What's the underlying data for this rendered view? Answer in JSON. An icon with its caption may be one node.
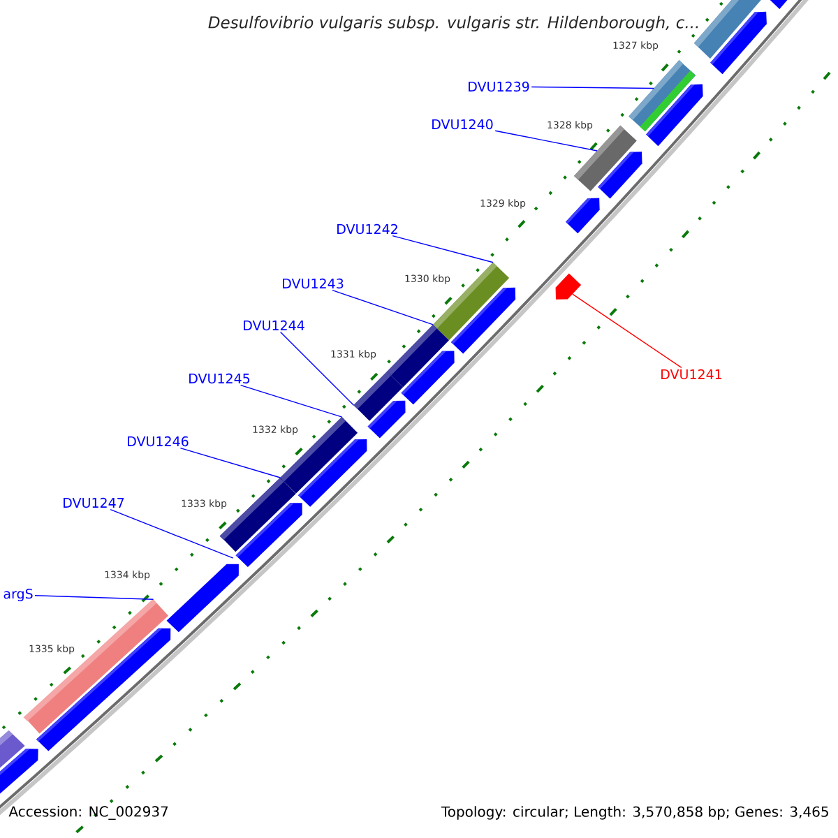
{
  "diagram": {
    "title": "Desulfovibrio vulgaris subsp. vulgaris str. Hildenborough, c...",
    "nodes": [
      {
        "text": [
          "DVU1239"
        ]
      },
      {
        "text": [
          "DVU1240"
        ]
      },
      {
        "text": [
          "DVU1241"
        ]
      },
      {
        "text": [
          "DVU1242"
        ]
      },
      {
        "text": [
          "DVU1243"
        ]
      },
      {
        "text": [
          "DVU1244"
        ]
      },
      {
        "text": [
          "DVU1245"
        ]
      },
      {
        "text": [
          "DVU1246"
        ]
      },
      {
        "text": [
          "DVU1247"
        ]
      },
      {
        "text": [
          "argS"
        ]
      },
      {
        "text": [],
        "shape": "bar"
      },
      {
        "text": [],
        "shape": "bar"
      },
      {
        "text": [],
        "shape": "bar"
      },
      {
        "text": [],
        "shape": "bar"
      },
      {
        "text": [],
        "shape": "bar"
      },
      {
        "text": [],
        "shape": "bar"
      },
      {
        "text": [],
        "shape": "bar"
      },
      {
        "text": [],
        "shape": "bar"
      },
      {
        "text": [],
        "shape": "bar"
      },
      {
        "text": [],
        "shape": "bar"
      }
    ],
    "edges": [
      {
        "from": 0,
        "to": 10,
        "arrow": "none"
      },
      {
        "from": 1,
        "to": 11,
        "arrow": "none"
      },
      {
        "from": 2,
        "to": 12,
        "arrow": "none",
        "color": "#ff0000"
      },
      {
        "from": 3,
        "to": 13,
        "arrow": "none"
      },
      {
        "from": 4,
        "to": 14,
        "arrow": "none"
      },
      {
        "from": 5,
        "to": 15,
        "arrow": "none"
      },
      {
        "from": 6,
        "to": 16,
        "arrow": "none"
      },
      {
        "from": 7,
        "to": 17,
        "arrow": "none"
      },
      {
        "from": 8,
        "to": 18,
        "arrow": "none"
      },
      {
        "from": 9,
        "to": 19,
        "arrow": "none"
      }
    ],
    "labels": [
      "1327 kbp",
      "1328 kbp",
      "1329 kbp",
      "1330 kbp",
      "1331 kbp",
      "1332 kbp",
      "1333 kbp",
      "1334 kbp",
      "1335 kbp",
      "Accession: NC_002937",
      "Topology: circular; Length: 3,570,858 bp; Genes: 3,465"
    ]
  }
}
